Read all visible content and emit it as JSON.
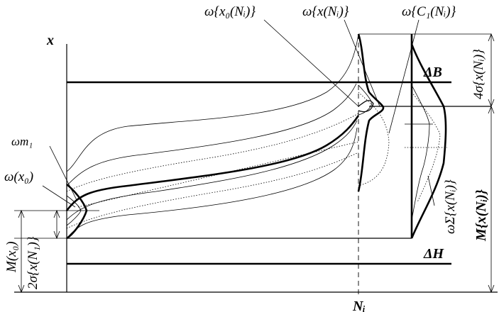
{
  "labels": {
    "axis_x": "x",
    "axis_n": "Nᵢ",
    "delta_b": "ΔB",
    "delta_h": "ΔH",
    "omega_x0_ni": "ω{x₀(Nᵢ)}",
    "omega_x_ni": "ω{x(Nᵢ)}",
    "omega_c1_ni": "ω{C₁(Nᵢ)}",
    "omega_m1": "ωm₁",
    "omega_x0": "ω(x₀)",
    "m_x0": "M(x₀)",
    "two_sigma": "2σ{x(N₁)}",
    "four_sigma": "4σ{x(Nᵢ)}",
    "m_x_ni": "M{x(Nᵢ)}",
    "omega_sigma": "ωΣ{x(Nᵢ)}"
  }
}
